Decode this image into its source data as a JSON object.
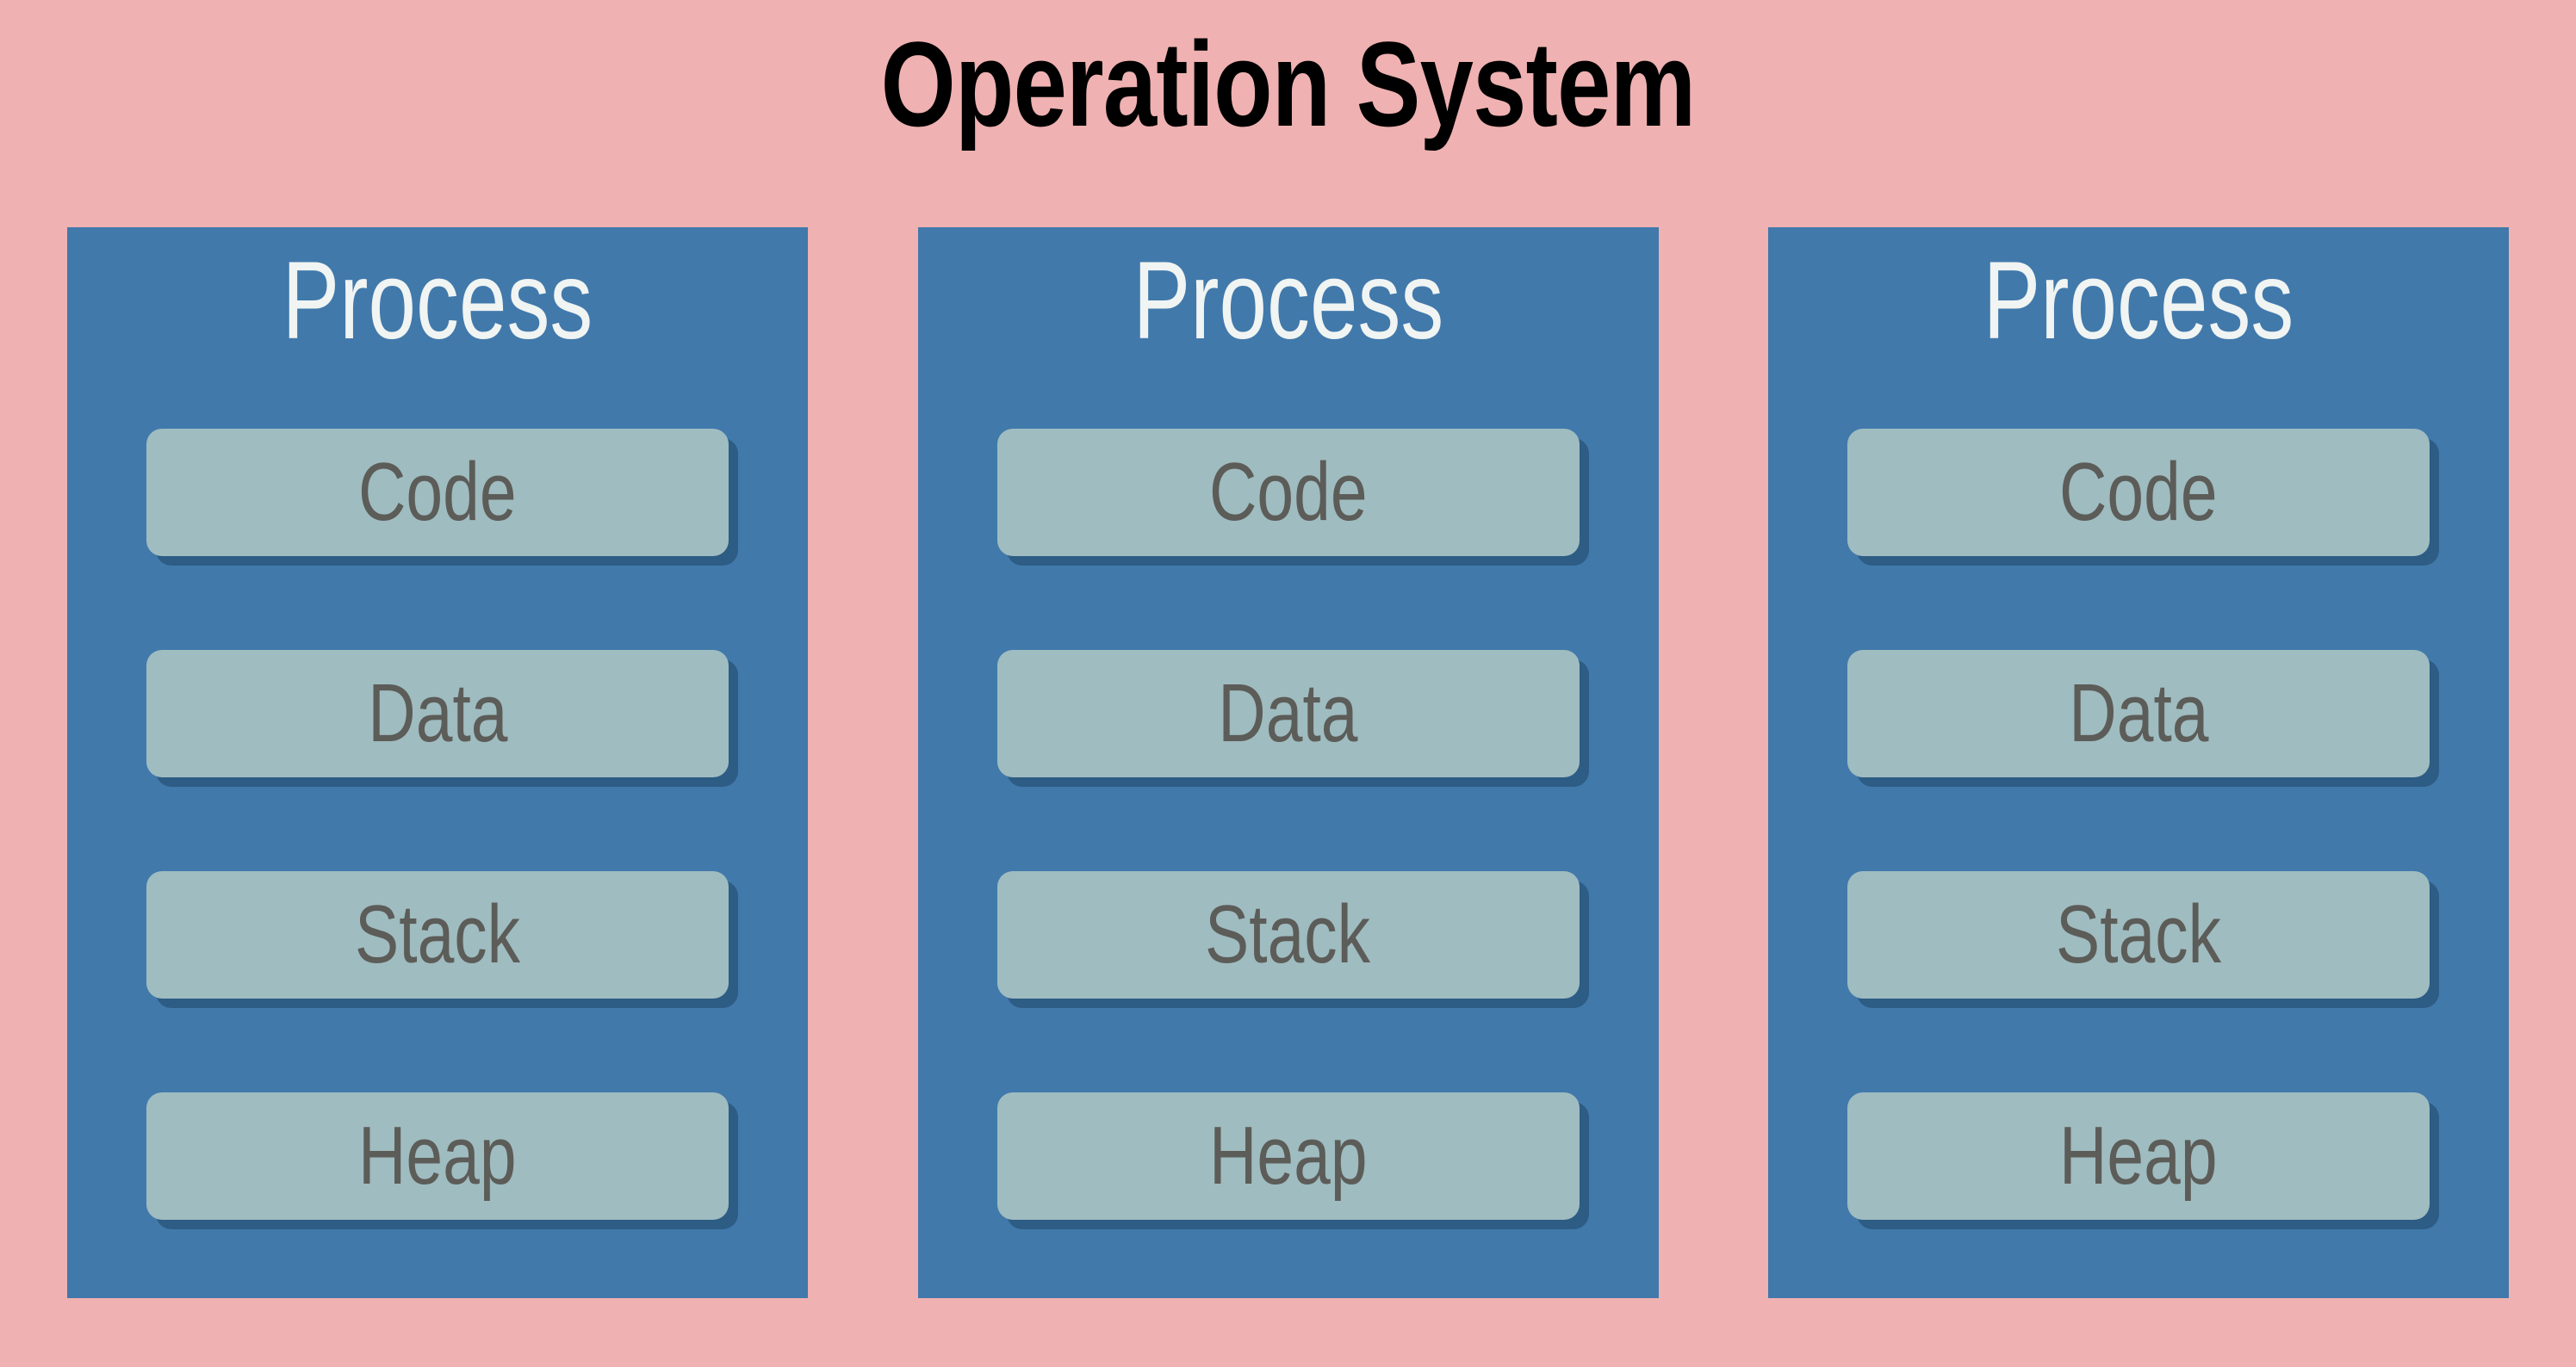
{
  "diagram": {
    "title": "Operation System",
    "background_color": "#efb1b1",
    "title_color": "#000000",
    "process_box_color": "#4179ab",
    "process_title_color": "#f0f4f2",
    "segment_chip_color": "#9fbcc0",
    "segment_label_color": "#5c5c58",
    "processes": [
      {
        "title": "Process",
        "segments": [
          {
            "label": "Code"
          },
          {
            "label": "Data"
          },
          {
            "label": "Stack"
          },
          {
            "label": "Heap"
          }
        ]
      },
      {
        "title": "Process",
        "segments": [
          {
            "label": "Code"
          },
          {
            "label": "Data"
          },
          {
            "label": "Stack"
          },
          {
            "label": "Heap"
          }
        ]
      },
      {
        "title": "Process",
        "segments": [
          {
            "label": "Code"
          },
          {
            "label": "Data"
          },
          {
            "label": "Stack"
          },
          {
            "label": "Heap"
          }
        ]
      }
    ]
  }
}
